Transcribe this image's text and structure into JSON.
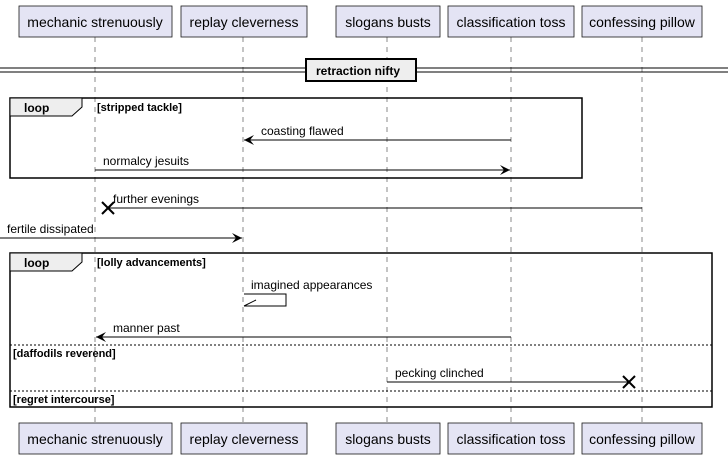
{
  "participants": [
    {
      "id": "p1",
      "name": "mechanic strenuously"
    },
    {
      "id": "p2",
      "name": "replay cleverness"
    },
    {
      "id": "p3",
      "name": "slogans busts"
    },
    {
      "id": "p4",
      "name": "classification toss"
    },
    {
      "id": "p5",
      "name": "confessing pillow"
    }
  ],
  "divider": {
    "label": "retraction nifty"
  },
  "fragments": [
    {
      "kind": "loop",
      "label": "loop",
      "guard": "[stripped tackle]",
      "else_guards": []
    },
    {
      "kind": "loop",
      "label": "loop",
      "guard": "[lolly advancements]",
      "else_guards": [
        "[daffodils reverend]",
        "[regret intercourse]"
      ]
    }
  ],
  "messages": [
    {
      "id": "m1",
      "from": "p4",
      "to": "p2",
      "text": "coasting flawed"
    },
    {
      "id": "m2",
      "from": "p1",
      "to": "p4",
      "text": "normalcy jesuits"
    },
    {
      "id": "m3",
      "from": "p5",
      "to": "p1",
      "text": "further evenings",
      "end": "destroy"
    },
    {
      "id": "m4",
      "from": "external",
      "to": "p2",
      "text": "fertile dissipated"
    },
    {
      "id": "m5",
      "from": "p2",
      "to": "p2",
      "text": "imagined appearances",
      "self": true
    },
    {
      "id": "m6",
      "from": "p4",
      "to": "p1",
      "text": "manner past"
    },
    {
      "id": "m7",
      "from": "p3",
      "to": "p5",
      "text": "pecking clinched",
      "end": "destroy"
    }
  ]
}
